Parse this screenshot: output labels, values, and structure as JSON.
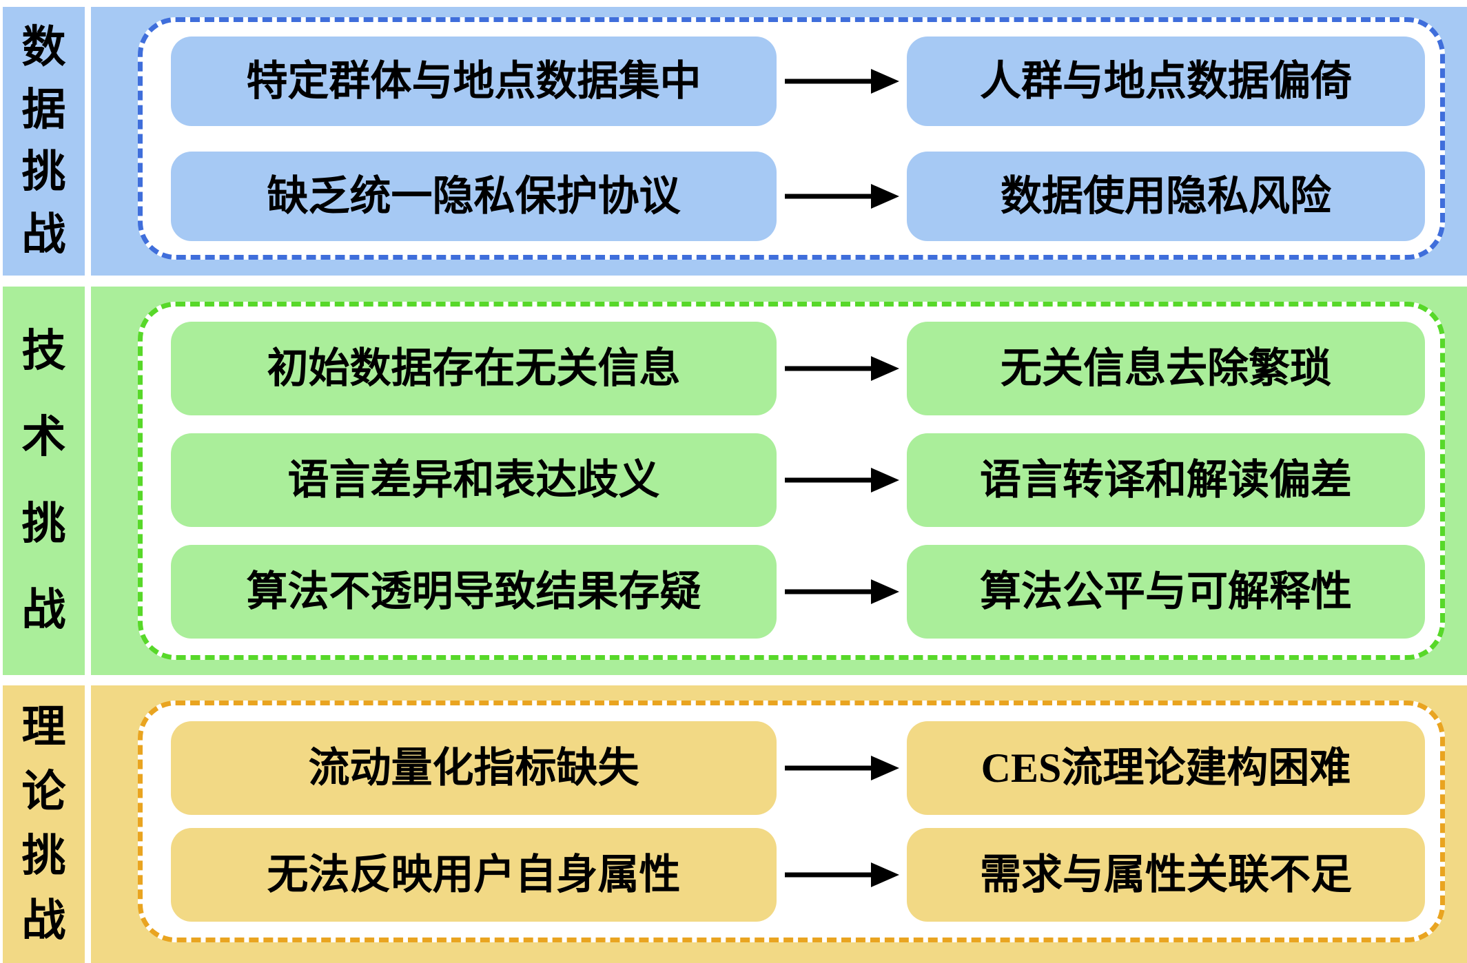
{
  "figure": {
    "type": "flow-diagram",
    "text_color": "#000000",
    "arrow_color": "#000000",
    "background_color": "#ffffff",
    "sections": [
      {
        "id": "data-challenges",
        "sidebar_label": "数据挑战",
        "fill": "#a6c9f4",
        "dash": "#3f6edb",
        "rows": [
          {
            "left": "特定群体与地点数据集中",
            "right": "人群与地点数据偏倚"
          },
          {
            "left": "缺乏统一隐私保护协议",
            "right": "数据使用隐私风险"
          }
        ]
      },
      {
        "id": "technical-challenges",
        "sidebar_label": "技术挑战",
        "fill": "#aaee9a",
        "dash": "#57d829",
        "rows": [
          {
            "left": "初始数据存在无关信息",
            "right": "无关信息去除繁琐"
          },
          {
            "left": "语言差异和表达歧义",
            "right": "语言转译和解读偏差"
          },
          {
            "left": "算法不透明导致结果存疑",
            "right": "算法公平与可解释性"
          }
        ]
      },
      {
        "id": "theoretical-challenges",
        "sidebar_label": "理论挑战",
        "fill": "#f2d985",
        "dash": "#e9a420",
        "rows": [
          {
            "left": "流动量化指标缺失",
            "right": "CES流理论建构困难"
          },
          {
            "left": "无法反映用户自身属性",
            "right": "需求与属性关联不足"
          }
        ]
      }
    ]
  }
}
